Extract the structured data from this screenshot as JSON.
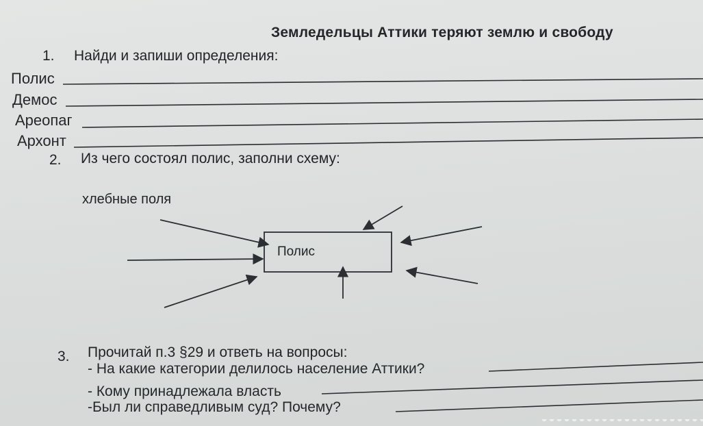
{
  "title": "Земледельцы Аттики теряют землю и свободу",
  "task1": {
    "number": "1.",
    "text": "Найди и запиши определения:",
    "terms": [
      "Полис",
      "Демос",
      "Ареопаг",
      "Архонт"
    ]
  },
  "task2": {
    "number": "2.",
    "text": "Из чего состоял полис, заполни схему:",
    "filled_label": "хлебные поля",
    "center_box": "Полис"
  },
  "task3": {
    "number": "3.",
    "text": "Прочитай п.3 §29 и ответь на вопросы:",
    "questions": [
      "- На какие категории делилось население Аттики?",
      "- Кому принадлежала власть",
      "-Был ли справедливым суд? Почему?"
    ]
  }
}
